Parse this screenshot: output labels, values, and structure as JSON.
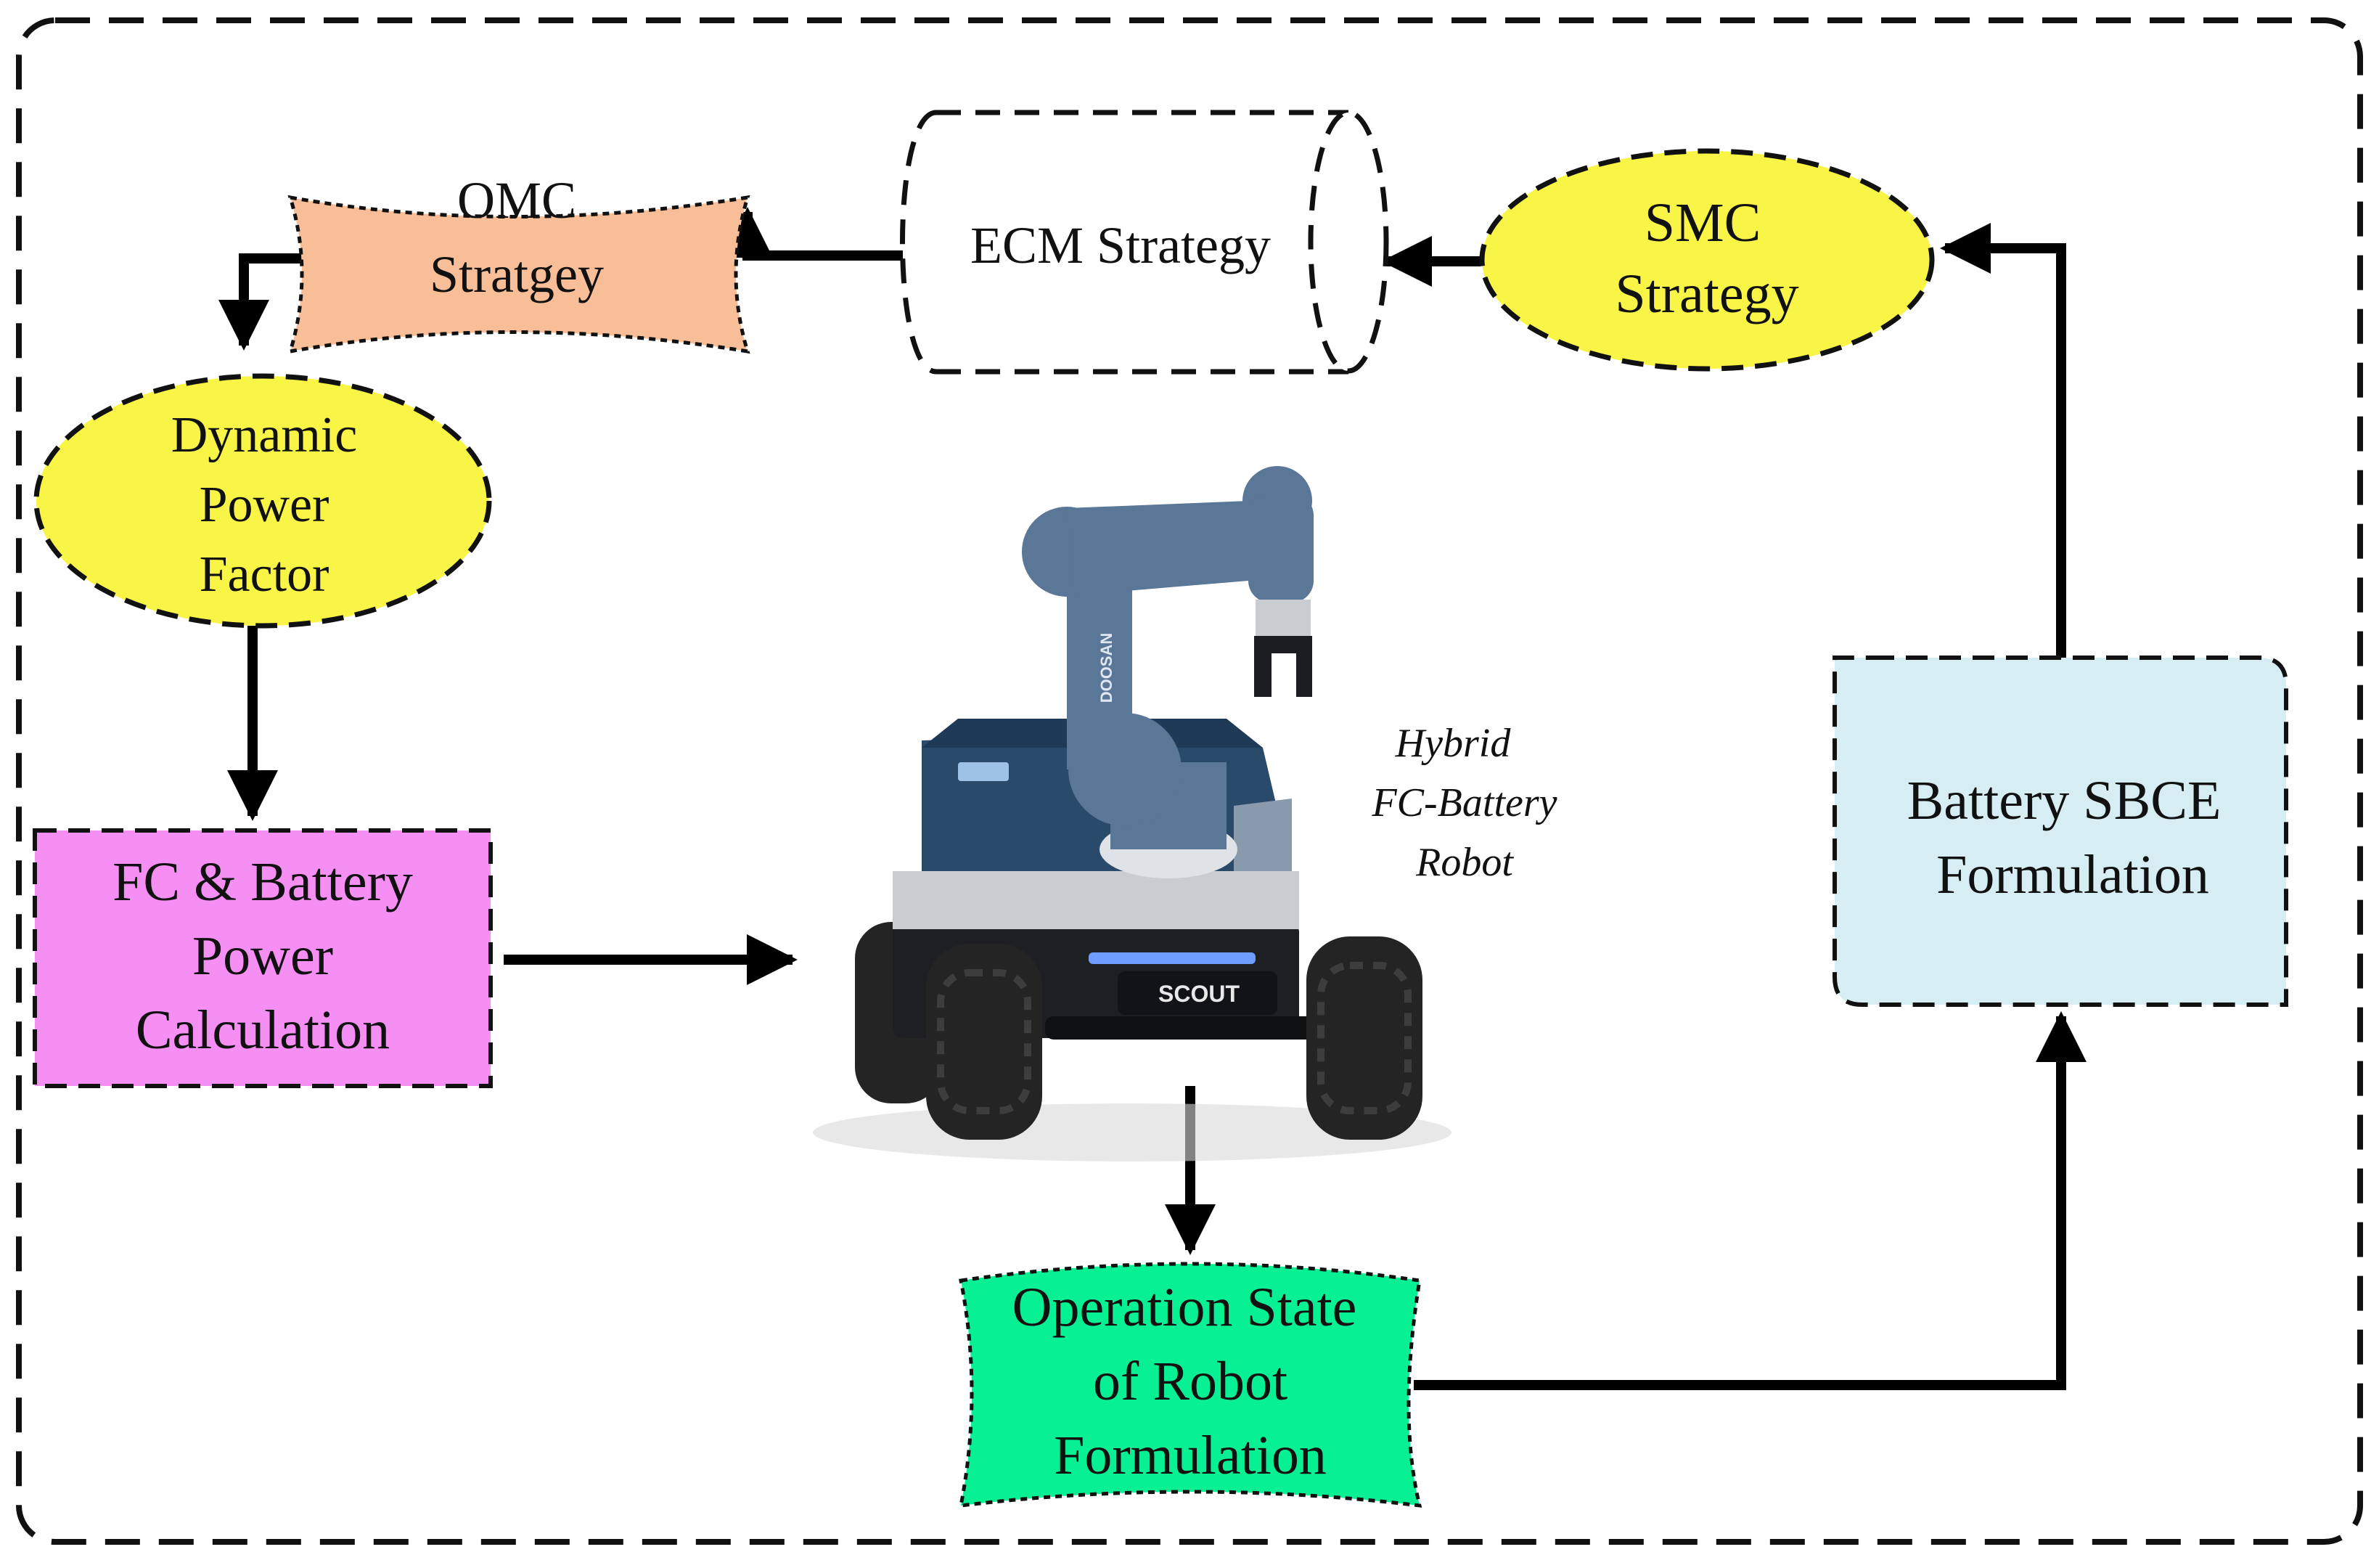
{
  "colors": {
    "omc_fill": "#f7be98",
    "dpf_fill": "#f9f546",
    "smc_fill": "#f9f546",
    "fc_fill": "#f68ff4",
    "battery_fill": "#d6eef3",
    "operation_fill": "#07f093",
    "ecm_fill": "#ffffff",
    "line": "#000000",
    "robot_body": "#2a4a6c",
    "robot_arm": "#5a7797",
    "robot_silver": "#c9cdd2",
    "tire": "#242424"
  },
  "nodes": {
    "omc": {
      "line1": "OMC",
      "line2": "Stratgey"
    },
    "ecm": {
      "label": "ECM Strategy"
    },
    "smc": {
      "line1": "SMC",
      "line2": "Strategy"
    },
    "dpf": {
      "line1": "Dynamic",
      "line2": "Power",
      "line3": "Factor"
    },
    "fc": {
      "line1": "FC & Battery",
      "line2": "Power",
      "line3": "Calculation"
    },
    "battery": {
      "line1": "Battery SBCE",
      "line2": "Formulation"
    },
    "operation": {
      "line1": "Operation State",
      "line2": "of Robot",
      "line3": "Formulation"
    }
  },
  "robot": {
    "caption_line1": "Hybrid",
    "caption_line2": "FC-Battery",
    "caption_line3": "Robot",
    "arm_brand": "DOOSAN",
    "base_brand": "SCOUT"
  },
  "icons": {
    "robot": "robot-illustration"
  }
}
